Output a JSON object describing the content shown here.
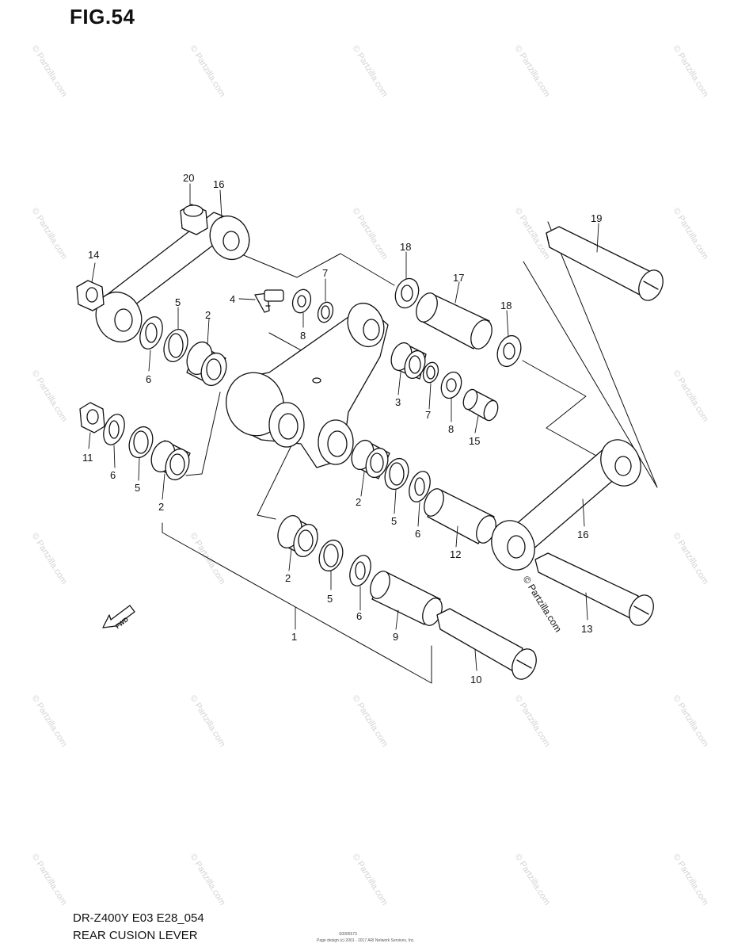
{
  "figure": {
    "title": "FIG.54",
    "model_code": "DR-Z400Y E03 E28_054",
    "name": "REAR CUSION LEVER",
    "copyright_mark": "© Partzilla.com",
    "watermark": "© Partzilla.com",
    "fwd_label": "FWD",
    "small_print_1": "S0005573",
    "small_print_2": "Page design (c) 2001 - 2017 ARI Network Services, Inc."
  },
  "callouts": [
    {
      "id": "c1",
      "text": "1"
    },
    {
      "id": "c2a",
      "text": "2"
    },
    {
      "id": "c2b",
      "text": "2"
    },
    {
      "id": "c2c",
      "text": "2"
    },
    {
      "id": "c2d",
      "text": "2"
    },
    {
      "id": "c3",
      "text": "3"
    },
    {
      "id": "c4",
      "text": "4"
    },
    {
      "id": "c5a",
      "text": "5"
    },
    {
      "id": "c5b",
      "text": "5"
    },
    {
      "id": "c5c",
      "text": "5"
    },
    {
      "id": "c5d",
      "text": "5"
    },
    {
      "id": "c6a",
      "text": "6"
    },
    {
      "id": "c6b",
      "text": "6"
    },
    {
      "id": "c6c",
      "text": "6"
    },
    {
      "id": "c6d",
      "text": "6"
    },
    {
      "id": "c7a",
      "text": "7"
    },
    {
      "id": "c7b",
      "text": "7"
    },
    {
      "id": "c8a",
      "text": "8"
    },
    {
      "id": "c8b",
      "text": "8"
    },
    {
      "id": "c9",
      "text": "9"
    },
    {
      "id": "c10",
      "text": "10"
    },
    {
      "id": "c11",
      "text": "11"
    },
    {
      "id": "c12",
      "text": "12"
    },
    {
      "id": "c13",
      "text": "13"
    },
    {
      "id": "c14",
      "text": "14"
    },
    {
      "id": "c15",
      "text": "15"
    },
    {
      "id": "c16a",
      "text": "16"
    },
    {
      "id": "c16b",
      "text": "16"
    },
    {
      "id": "c17",
      "text": "17"
    },
    {
      "id": "c18a",
      "text": "18"
    },
    {
      "id": "c18b",
      "text": "18"
    },
    {
      "id": "c19",
      "text": "19"
    },
    {
      "id": "c20",
      "text": "20"
    }
  ]
}
